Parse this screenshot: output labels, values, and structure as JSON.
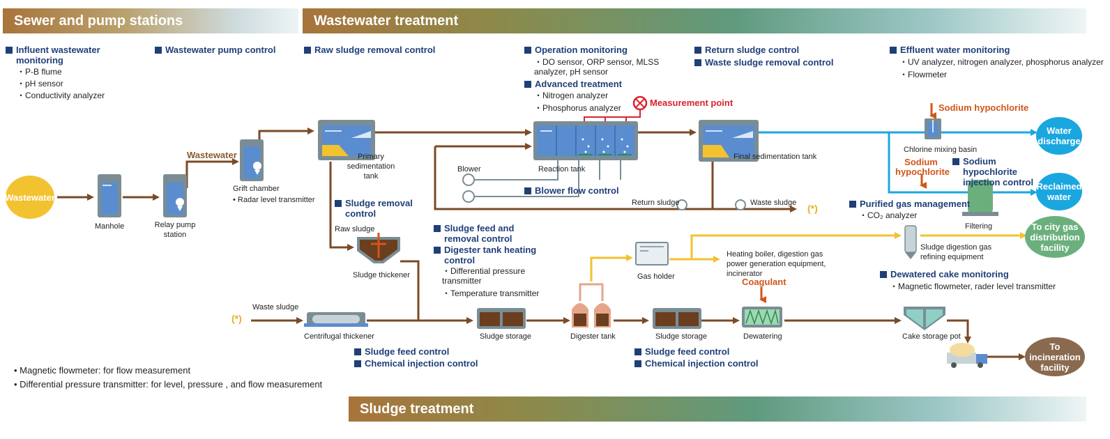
{
  "banners": {
    "sewer": "Sewer and pump stations",
    "wastewater": "Wastewater treatment",
    "sludge": "Sludge treatment"
  },
  "headers": {
    "influent": "Influent wastewater monitoring",
    "influent_items": [
      "P-B flume",
      "pH sensor",
      "Conductivity analyzer"
    ],
    "pump_control": "Wastewater pump control",
    "raw_sludge_removal": "Raw sludge removal control",
    "operation_monitoring": "Operation monitoring",
    "operation_items": [
      "DO sensor, ORP sensor, MLSS analyzer, pH sensor"
    ],
    "advanced_treatment": "Advanced treatment",
    "advanced_items": [
      "Nitrogen analyzer",
      "Phosphorus analyzer"
    ],
    "return_sludge_control": "Return sludge control",
    "waste_sludge_removal": "Waste sludge removal control",
    "effluent_monitoring": "Effluent water monitoring",
    "effluent_items": [
      "UV analyzer, nitrogen analyzer, phosphorus analyzer",
      "Flowmeter"
    ],
    "blower_flow": "Blower flow control",
    "sludge_removal": "Sludge removal control",
    "sludge_feed_removal": "Sludge feed and removal control",
    "digester_heating": "Digester tank heating control",
    "digester_items": [
      "Differential pressure transmitter",
      "Temperature transmitter"
    ],
    "sludge_feed_1": "Sludge feed control",
    "chem_inj_1": "Chemical injection control",
    "sludge_feed_2": "Sludge feed control",
    "chem_inj_2": "Chemical injection control",
    "hypochlorite_injection": "Sodium hypochlorite injection control",
    "purified_gas": "Purified gas management",
    "purified_items": [
      "CO₂ analyzer"
    ],
    "dewatered_cake": "Dewatered cake monitoring",
    "dewatered_items": [
      "Magnetic flowmeter, rader level transmitter"
    ]
  },
  "labels": {
    "wastewater_source": "Wastewater",
    "manhole": "Manhole",
    "relay_pump": "Relay pump station",
    "wastewater_flow": "Wastewater",
    "grift": "Grift chamber",
    "radar": "• Radar level transmitter",
    "primary": "Primary sedimentation tank",
    "blower": "Blower",
    "reaction": "Reaction tank",
    "measurement_point": "Measurement point",
    "final": "Final sedimentation tank",
    "return_sludge": "Return sludge",
    "waste_sludge_top": "Waste sludge",
    "asterisk": "(*)",
    "sodium_hypo_1": "Sodium hypochlorite",
    "chlorine_basin": "Chlorine mixing basin",
    "sodium_hypo_2": "Sodium hypochlorite",
    "filtering": "Filtering",
    "water_discharge": "Water discharge",
    "reclaimed_water": "Reclaimed water",
    "city_gas": "To city gas distribution facility",
    "raw_sludge": "Raw sludge",
    "sludge_thickener": "Sludge thickener",
    "waste_sludge_bottom": "Waste sludge",
    "centrifugal": "Centrifugal thickener",
    "sludge_storage_1": "Sludge storage",
    "digester_tank": "Digester tank",
    "gas_holder": "Gas holder",
    "heating_boiler": "Heating boiler, digestion gas power generation equipment, incinerator",
    "refining": "Sludge digestion gas refining equipment",
    "sludge_storage_2": "Sludge storage",
    "coagulant": "Coagulant",
    "dewatering": "Dewatering",
    "cake_pot": "Cake storage pot",
    "incineration": "To incineration facility"
  },
  "notes": [
    "• Magnetic flowmeter: for flow measurement",
    "• Differential pressure transmitter: for level, pressure , and flow measurement"
  ],
  "colors": {
    "brown": "#7b4a26",
    "blue": "#1aa7e0",
    "yellow": "#f2c230",
    "navy": "#1f3f78",
    "orange": "#d0561b",
    "red": "#d9232e"
  }
}
